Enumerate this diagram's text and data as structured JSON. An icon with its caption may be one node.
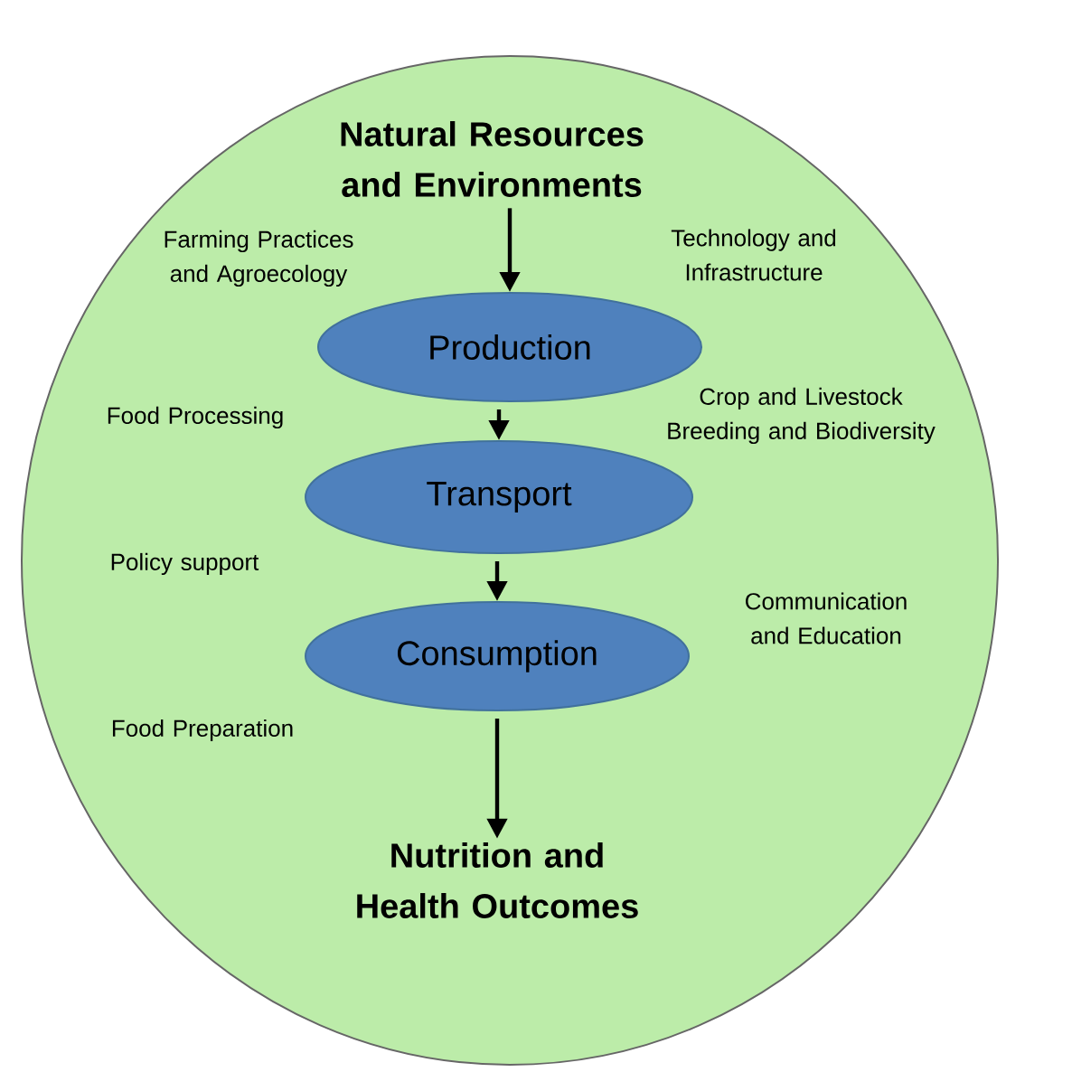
{
  "diagram": {
    "nodes": [
      {
        "text": [],
        "shape": "circle"
      },
      {
        "text": [
          "Natural Resources and Environments"
        ],
        "in": 0
      },
      {
        "text": [
          "Production"
        ],
        "in": 0
      },
      {
        "text": [
          "Transport"
        ],
        "in": 0
      },
      {
        "text": [
          "Consumption"
        ],
        "in": 0
      },
      {
        "text": [
          "Nutrition and Health Outcomes"
        ],
        "in": 0
      }
    ],
    "edges": [
      {
        "from": 1,
        "to": 2,
        "arrow": "to"
      },
      {
        "from": 2,
        "to": 3,
        "arrow": "to"
      },
      {
        "from": 3,
        "to": 4,
        "arrow": "to"
      },
      {
        "from": 4,
        "to": 5,
        "arrow": "to"
      }
    ],
    "labels": [
      "Farming Practices and Agroecology",
      "Technology and Infrastructure",
      "Food Processing",
      "Crop and Livestock Breeding and Biodiversity",
      "Policy support",
      "Communication and Education",
      "Food Preparation"
    ]
  }
}
